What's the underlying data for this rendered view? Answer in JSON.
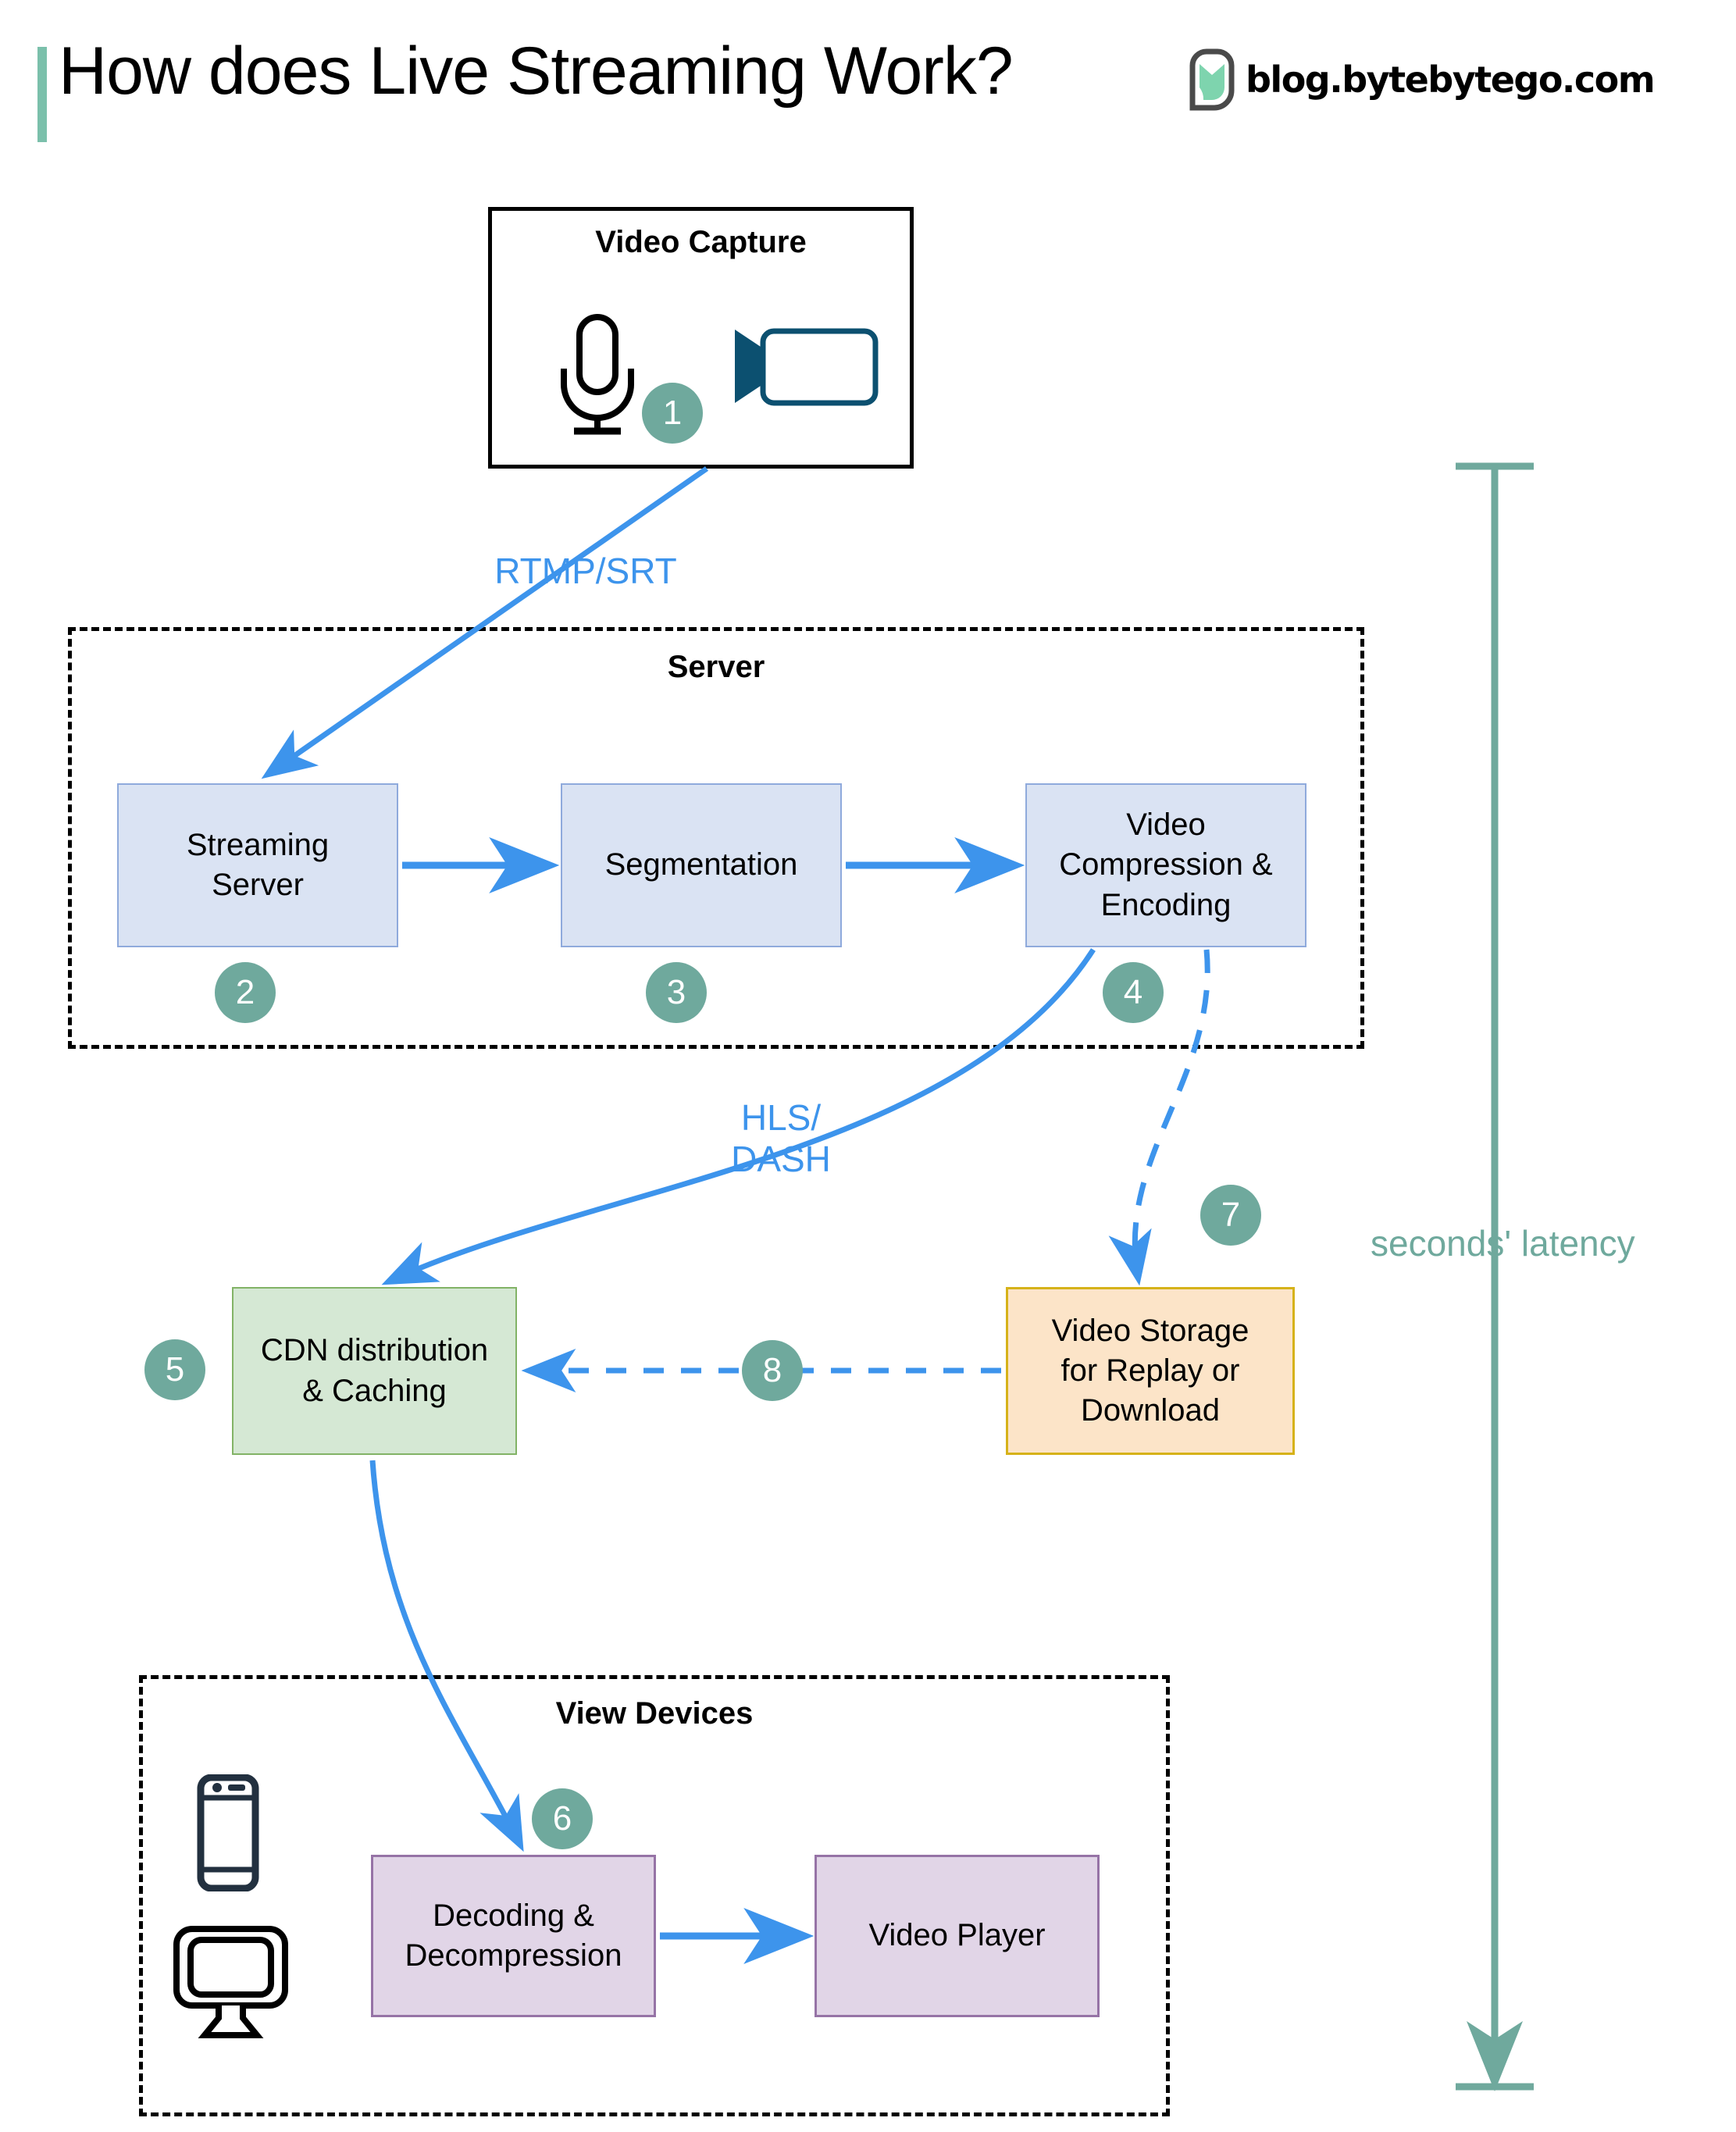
{
  "header": {
    "title": "How does Live Streaming Work?",
    "brand_text": "blog.bytebytego.com",
    "accent_color": "#7bc0ab"
  },
  "colors": {
    "badge": "#6fa99d",
    "arrow_blue": "#3d94ec",
    "box_blue_fill": "#dae3f3",
    "box_blue_border": "#8faadc",
    "box_green_fill": "#d5e8d4",
    "box_green_border": "#82b366",
    "box_orange_fill": "#fce4c8",
    "box_orange_border": "#d6b219",
    "box_purple_fill": "#e1d5e7",
    "box_purple_border": "#9673a6",
    "latency": "#6fa99d",
    "camera_icon": "#0c5070",
    "device_icon": "#22303f"
  },
  "groups": [
    {
      "id": "capture",
      "title": "Video Capture"
    },
    {
      "id": "server",
      "title": "Server"
    },
    {
      "id": "view_devices",
      "title": "View Devices"
    }
  ],
  "nodes": {
    "streaming_server": "Streaming\nServer",
    "segmentation": "Segmentation",
    "video_compression": "Video\nCompression &\nEncoding",
    "cdn": "CDN distribution\n& Caching",
    "video_storage": "Video Storage\nfor Replay or\nDownload",
    "decoding": "Decoding &\nDecompression",
    "video_player": "Video Player"
  },
  "badges": [
    {
      "n": "1",
      "for": "video-capture"
    },
    {
      "n": "2",
      "for": "streaming-server"
    },
    {
      "n": "3",
      "for": "segmentation"
    },
    {
      "n": "4",
      "for": "video-compression"
    },
    {
      "n": "5",
      "for": "cdn"
    },
    {
      "n": "6",
      "for": "decoding"
    },
    {
      "n": "7",
      "for": "storage-write"
    },
    {
      "n": "8",
      "for": "storage-to-cdn"
    }
  ],
  "edge_labels": {
    "rtmp_srt": "RTMP/SRT",
    "hls_dash": "HLS/\nDASH"
  },
  "annotations": {
    "latency": "seconds' latency"
  },
  "icons": {
    "microphone": "microphone-icon",
    "video_camera": "video-camera-icon",
    "smartphone": "smartphone-icon",
    "monitor": "monitor-icon",
    "logo": "bytebytego-logo-icon"
  }
}
